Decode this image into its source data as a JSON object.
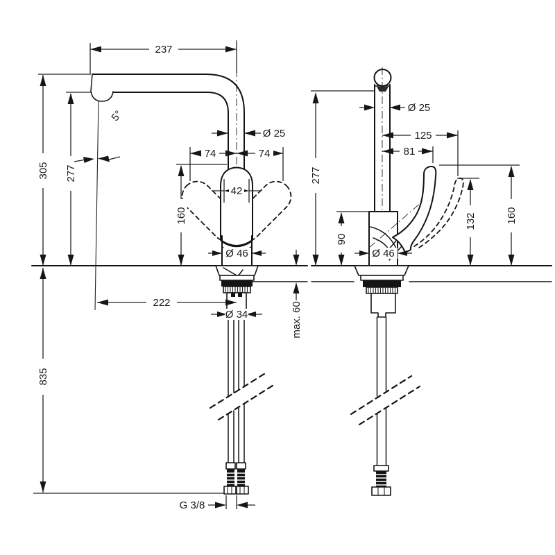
{
  "front_view": {
    "span": "237",
    "spray_angle": "5°",
    "total_height": "305",
    "outlet_height": "277",
    "spout_dia": "Ø 25",
    "swivel_left": "74",
    "swivel_right": "74",
    "lever_width": "42",
    "lever_height": "160",
    "body_dia": "Ø 46",
    "reach": "222",
    "shank_dia": "Ø 34",
    "counter_max": "max. 60",
    "hose_drop": "835",
    "thread": "G 3/8"
  },
  "side_view": {
    "spout_dia": "Ø 25",
    "open_reach": "125",
    "lever_reach": "81",
    "outlet_height": "277",
    "body_height": "90",
    "body_dia": "Ø 46",
    "open_height": "132",
    "lever_height": "160"
  }
}
